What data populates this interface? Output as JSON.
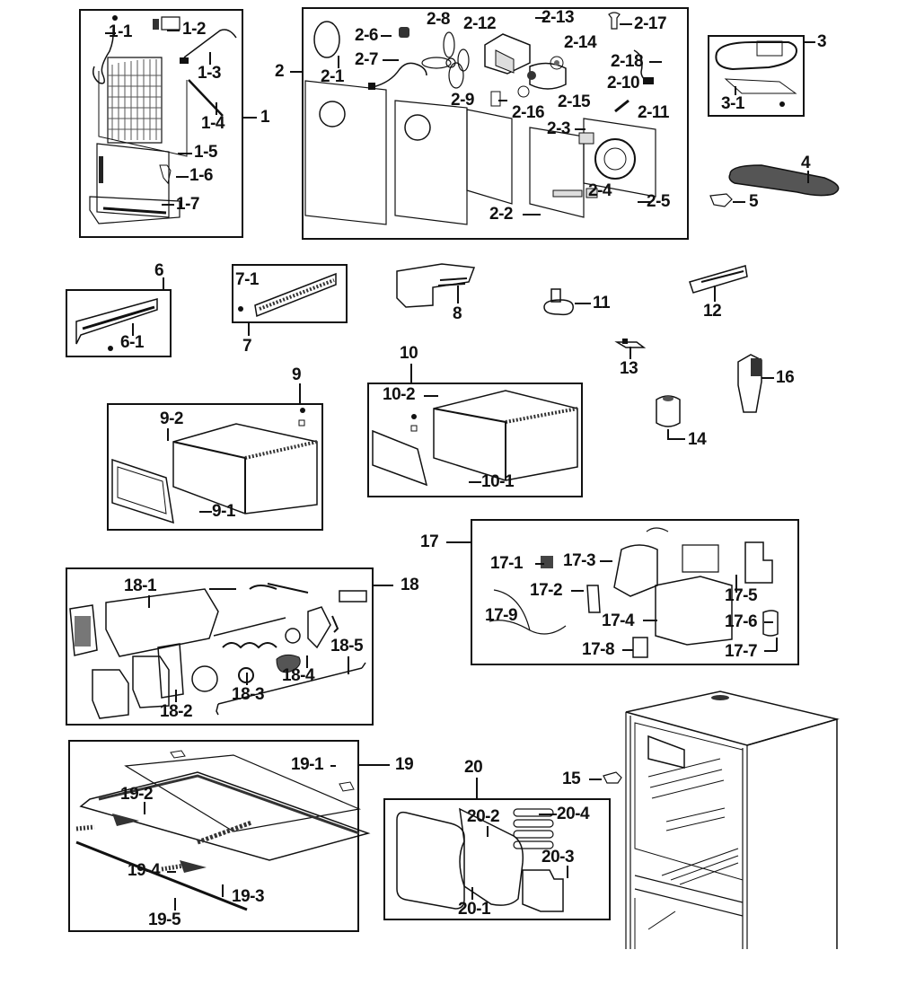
{
  "diagram": {
    "title": "Refrigerator exploded parts diagram",
    "groups": [
      {
        "id": "1",
        "label": "1",
        "parts": [
          "1-1",
          "1-2",
          "1-3",
          "1-4",
          "1-5",
          "1-6",
          "1-7"
        ]
      },
      {
        "id": "2",
        "label": "2",
        "parts": [
          "2-1",
          "2-2",
          "2-3",
          "2-4",
          "2-5",
          "2-6",
          "2-7",
          "2-8",
          "2-9",
          "2-10",
          "2-11",
          "2-12",
          "2-13",
          "2-14",
          "2-15",
          "2-16",
          "2-17",
          "2-18"
        ]
      },
      {
        "id": "3",
        "label": "3",
        "parts": [
          "3-1"
        ]
      },
      {
        "id": "6",
        "label": "6",
        "parts": [
          "6-1"
        ]
      },
      {
        "id": "7",
        "label": "7",
        "parts": [
          "7-1"
        ]
      },
      {
        "id": "9",
        "label": "9",
        "parts": [
          "9-1",
          "9-2"
        ]
      },
      {
        "id": "10",
        "label": "10",
        "parts": [
          "10-1",
          "10-2"
        ]
      },
      {
        "id": "17",
        "label": "17",
        "parts": [
          "17-1",
          "17-2",
          "17-3",
          "17-4",
          "17-5",
          "17-6",
          "17-7",
          "17-8",
          "17-9"
        ]
      },
      {
        "id": "18",
        "label": "18",
        "parts": [
          "18-1",
          "18-2",
          "18-3",
          "18-4",
          "18-5"
        ]
      },
      {
        "id": "19",
        "label": "19",
        "parts": [
          "19-1",
          "19-2",
          "19-3",
          "19-4",
          "19-5"
        ]
      },
      {
        "id": "20",
        "label": "20",
        "parts": [
          "20-1",
          "20-2",
          "20-3",
          "20-4"
        ]
      }
    ],
    "standalone_parts": [
      "4",
      "5",
      "8",
      "11",
      "12",
      "13",
      "14",
      "15",
      "16"
    ],
    "labels": {
      "p1": "1",
      "p1_1": "1-1",
      "p1_2": "1-2",
      "p1_3": "1-3",
      "p1_4": "1-4",
      "p1_5": "1-5",
      "p1_6": "1-6",
      "p1_7": "1-7",
      "p2": "2",
      "p2_1": "2-1",
      "p2_2": "2-2",
      "p2_3": "2-3",
      "p2_4": "2-4",
      "p2_5": "2-5",
      "p2_6": "2-6",
      "p2_7": "2-7",
      "p2_8": "2-8",
      "p2_9": "2-9",
      "p2_10": "2-10",
      "p2_11": "2-11",
      "p2_12": "2-12",
      "p2_13": "2-13",
      "p2_14": "2-14",
      "p2_15": "2-15",
      "p2_16": "2-16",
      "p2_17": "2-17",
      "p2_18": "2-18",
      "p3": "3",
      "p3_1": "3-1",
      "p4": "4",
      "p5": "5",
      "p6": "6",
      "p6_1": "6-1",
      "p7": "7",
      "p7_1": "7-1",
      "p8": "8",
      "p9": "9",
      "p9_1": "9-1",
      "p9_2": "9-2",
      "p10": "10",
      "p10_1": "10-1",
      "p10_2": "10-2",
      "p11": "11",
      "p12": "12",
      "p13": "13",
      "p14": "14",
      "p15": "15",
      "p16": "16",
      "p17": "17",
      "p17_1": "17-1",
      "p17_2": "17-2",
      "p17_3": "17-3",
      "p17_4": "17-4",
      "p17_5": "17-5",
      "p17_6": "17-6",
      "p17_7": "17-7",
      "p17_8": "17-8",
      "p17_9": "17-9",
      "p18": "18",
      "p18_1": "18-1",
      "p18_2": "18-2",
      "p18_3": "18-3",
      "p18_4": "18-4",
      "p18_5": "18-5",
      "p19": "19",
      "p19_1": "19-1",
      "p19_2": "19-2",
      "p19_3": "19-3",
      "p19_4": "19-4",
      "p19_5": "19-5",
      "p20": "20",
      "p20_1": "20-1",
      "p20_2": "20-2",
      "p20_3": "20-3",
      "p20_4": "20-4"
    }
  }
}
